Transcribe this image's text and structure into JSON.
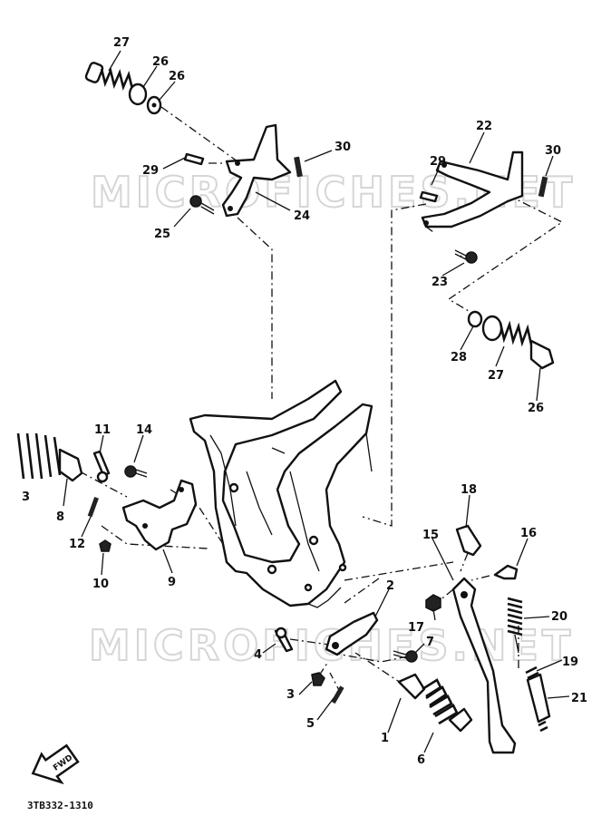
{
  "watermarks": [
    "MICROFICHES.NET",
    "MICROFICHES.NET"
  ],
  "callouts": [
    {
      "id": "c27a",
      "label": "27"
    },
    {
      "id": "c26a",
      "label": "26"
    },
    {
      "id": "c26b",
      "label": "26"
    },
    {
      "id": "c29a",
      "label": "29"
    },
    {
      "id": "c30a",
      "label": "30"
    },
    {
      "id": "c25",
      "label": "25"
    },
    {
      "id": "c24",
      "label": "24"
    },
    {
      "id": "c22",
      "label": "22"
    },
    {
      "id": "c29b",
      "label": "29"
    },
    {
      "id": "c30b",
      "label": "30"
    },
    {
      "id": "c23",
      "label": "23"
    },
    {
      "id": "c28",
      "label": "28"
    },
    {
      "id": "c27b",
      "label": "27"
    },
    {
      "id": "c26c",
      "label": "26"
    },
    {
      "id": "c11",
      "label": "11"
    },
    {
      "id": "c14",
      "label": "14"
    },
    {
      "id": "c3a",
      "label": "3"
    },
    {
      "id": "c8",
      "label": "8"
    },
    {
      "id": "c12",
      "label": "12"
    },
    {
      "id": "c10",
      "label": "10"
    },
    {
      "id": "c9",
      "label": "9"
    },
    {
      "id": "c18",
      "label": "18"
    },
    {
      "id": "c15",
      "label": "15"
    },
    {
      "id": "c16",
      "label": "16"
    },
    {
      "id": "c2",
      "label": "2"
    },
    {
      "id": "c17",
      "label": "17"
    },
    {
      "id": "c20",
      "label": "20"
    },
    {
      "id": "c4",
      "label": "4"
    },
    {
      "id": "c7",
      "label": "7"
    },
    {
      "id": "c19",
      "label": "19"
    },
    {
      "id": "c3b",
      "label": "3"
    },
    {
      "id": "c21",
      "label": "21"
    },
    {
      "id": "c5",
      "label": "5"
    },
    {
      "id": "c1",
      "label": "1"
    },
    {
      "id": "c6",
      "label": "6"
    }
  ],
  "front_arrow_label": "FWD",
  "diagram_code": "3TB332-1310"
}
